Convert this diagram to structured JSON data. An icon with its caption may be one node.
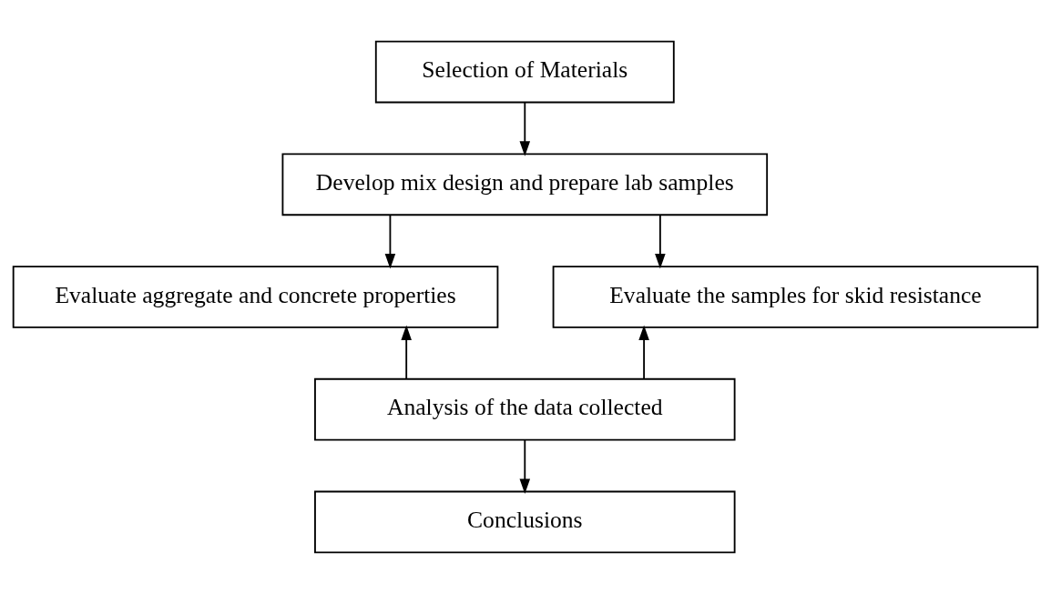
{
  "diagram": {
    "nodes": [
      {
        "text": [
          "Selection of Materials"
        ]
      },
      {
        "text": [
          "Develop mix design and prepare lab samples"
        ]
      },
      {
        "text": [
          "Evaluate aggregate and concrete properties"
        ]
      },
      {
        "text": [
          "Evaluate the samples for skid resistance"
        ]
      },
      {
        "text": [
          "Analysis of the data collected"
        ]
      },
      {
        "text": [
          "Conclusions"
        ]
      }
    ],
    "edges": [
      {
        "from": 0,
        "to": 1,
        "arrow": "to"
      },
      {
        "from": 1,
        "to": 2,
        "arrow": "to"
      },
      {
        "from": 1,
        "to": 3,
        "arrow": "to"
      },
      {
        "from": 4,
        "to": 2,
        "arrow": "to"
      },
      {
        "from": 4,
        "to": 3,
        "arrow": "to"
      },
      {
        "from": 4,
        "to": 5,
        "arrow": "to"
      }
    ]
  }
}
